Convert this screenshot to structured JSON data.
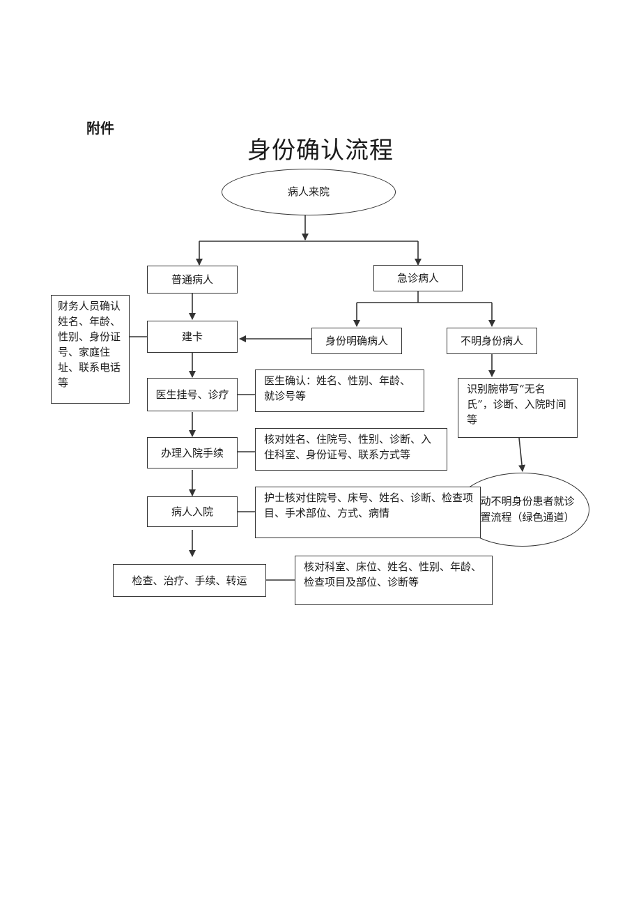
{
  "header": {
    "attachment_label": "附件"
  },
  "title": "身份确认流程",
  "nodes": {
    "start": "病人来院",
    "normal_patient": "普通病人",
    "emergency_patient": "急诊病人",
    "card": "建卡",
    "finance_note": "财务人员确认姓名、年龄、性别、身份证号、家庭住址、联系电话等",
    "identified_patient": "身份明确病人",
    "unidentified_patient": "不明身份病人",
    "register": "医生挂号、诊疗",
    "doctor_confirm": "医生确认：姓名、性别、年龄、就诊号等",
    "wristband": "识别腕带写“无名氏”，诊断、入院时间等",
    "admission": "办理入院手续",
    "admission_check": "核对姓名、住院号、性别、诊断、入住科室、身份证号、联系方式等",
    "unidentified_flow": "启动不明身份患者就诊处置流程（绿色通道）",
    "inpatient": "病人入院",
    "nurse_check": "护士核对住院号、床号、姓名、诊断、检查项目、手术部位、方式、病情",
    "exam": "检查、治疗、手续、转运",
    "exam_check": "核对科室、床位、姓名、性别、年龄、检查项目及部位、诊断等"
  },
  "colors": {
    "line": "#333333",
    "text": "#1a1a1a",
    "background": "#ffffff"
  }
}
